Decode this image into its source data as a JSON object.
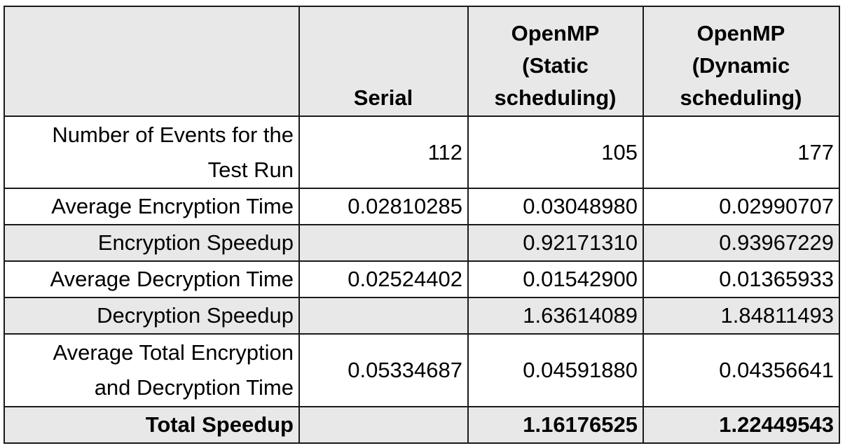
{
  "table": {
    "columns": [
      "",
      "Serial",
      "OpenMP (Static scheduling)",
      "OpenMP (Dynamic scheduling)"
    ],
    "header_lines": {
      "serial": [
        "Serial"
      ],
      "static": [
        "OpenMP",
        "(Static",
        "scheduling)"
      ],
      "dynamic": [
        "OpenMP",
        "(Dynamic",
        "scheduling)"
      ]
    },
    "rows": [
      {
        "label_lines": [
          "Number of Events for the",
          "Test Run"
        ],
        "label": "Number of Events for the Test Run",
        "serial": "112",
        "static": "105",
        "dynamic": "177"
      },
      {
        "label": "Average Encryption Time",
        "serial": "0.02810285",
        "static": "0.03048980",
        "dynamic": "0.02990707"
      },
      {
        "label": "Encryption Speedup",
        "serial": "",
        "static": "0.92171310",
        "dynamic": "0.93967229"
      },
      {
        "label": "Average Decryption Time",
        "serial": "0.02524402",
        "static": "0.01542900",
        "dynamic": "0.01365933"
      },
      {
        "label": "Decryption Speedup",
        "serial": "",
        "static": "1.63614089",
        "dynamic": "1.84811493"
      },
      {
        "label_lines": [
          "Average Total Encryption",
          "and Decryption Time"
        ],
        "label": "Average Total Encryption and Decryption Time",
        "serial": "0.05334687",
        "static": "0.04591880",
        "dynamic": "0.04356641"
      },
      {
        "label": "Total Speedup",
        "serial": "",
        "static": "1.16176525",
        "dynamic": "1.22449543"
      }
    ]
  },
  "colors": {
    "header_shade": "#e8e8e8",
    "grid": "#1a1a1a"
  }
}
